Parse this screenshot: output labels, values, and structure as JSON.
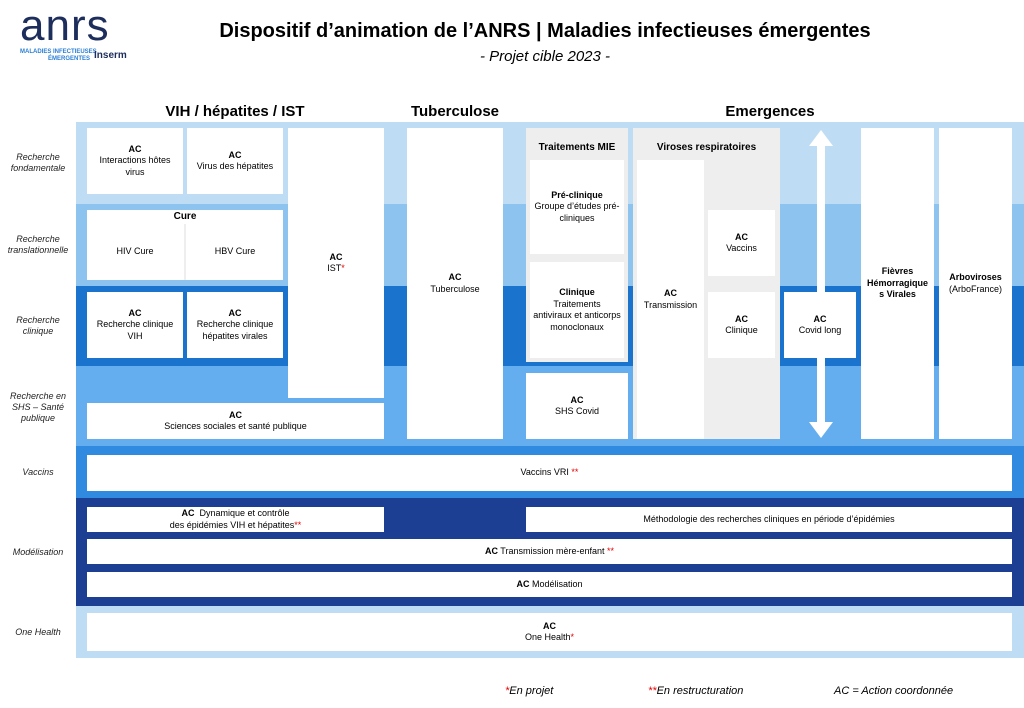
{
  "logo": {
    "brand": "anrs",
    "line1": "MALADIES INFECTIEUSES",
    "line2": "ÉMERGENTES",
    "partner": "Inserm"
  },
  "header": {
    "title": "Dispositif d’animation de l’ANRS | Maladies infectieuses émergentes",
    "subtitle": "- Projet cible 2023 -"
  },
  "columns": {
    "vih": "VIH / hépatites / IST",
    "tb": "Tuberculose",
    "emergences": "Emergences"
  },
  "rows": {
    "fondamentale": "Recherche fondamentale",
    "translationnelle": "Recherche translationnelle",
    "clinique": "Recherche clinique",
    "shs": "Recherche en SHS – Santé publique",
    "vaccins": "Vaccins",
    "modelisation": "Modélisation",
    "onehealth": "One Health"
  },
  "boxes": {
    "interactions": {
      "ac": "AC",
      "text": "Interactions hôtes virus"
    },
    "virus_hep": {
      "ac": "AC",
      "text": "Virus des hépatites"
    },
    "cure_title": "Cure",
    "hiv_cure": "HIV Cure",
    "hbv_cure": "HBV Cure",
    "ist": {
      "ac": "AC",
      "text": "IST",
      "mark": "*"
    },
    "rc_vih": {
      "ac": "AC",
      "text": "Recherche clinique VIH"
    },
    "rc_hep": {
      "ac": "AC",
      "text": "Recherche clinique hépatites virales"
    },
    "shs": {
      "ac": "AC",
      "text": "Sciences sociales et santé publique"
    },
    "tuberculose": {
      "ac": "AC",
      "text": "Tuberculose"
    },
    "traitements_mie": "Traitements MIE",
    "preclinique": {
      "title": "Pré-clinique",
      "text": "Groupe d’études pré-cliniques"
    },
    "clinique_mie": {
      "title": "Clinique",
      "text": "Traitements antiviraux et anticorps monoclonaux"
    },
    "shs_covid": {
      "ac": "AC",
      "text": "SHS Covid"
    },
    "viroses": "Viroses respiratoires",
    "transmission": {
      "ac": "AC",
      "text": "Transmission"
    },
    "vaccins_ac": {
      "ac": "AC",
      "text": "Vaccins"
    },
    "clinique_ac": {
      "ac": "AC",
      "text": "Clinique"
    },
    "covid_long": {
      "ac": "AC",
      "text": "Covid long"
    },
    "fievres": "Fièvres Hémorragique s Virales",
    "arbo": {
      "title": "Arboviroses",
      "text": "(ArboFrance)"
    },
    "vaccins_vri": {
      "text": "Vaccins VRI",
      "mark": "**"
    },
    "dynamique": {
      "ac": "AC",
      "text1": "Dynamique et contrôle",
      "text2": "des épidémies VIH et hépatites",
      "mark": "**"
    },
    "methodologie": "Méthodologie des recherches cliniques en période d’épidémies",
    "mere_enfant": {
      "ac": "AC",
      "text": "Transmission mère-enfant",
      "mark": "**"
    },
    "modelisation": {
      "ac": "AC",
      "text": "Modélisation"
    },
    "one_health": {
      "ac": "AC",
      "text": "One Health",
      "mark": "*"
    }
  },
  "legend": {
    "projet_mark": "*",
    "projet": "En projet",
    "restruct_mark": "**",
    "restruct": "En restructuration",
    "ac": "AC = Action coordonnée"
  },
  "colors": {
    "band_light": "#bfdcf5",
    "band_mid": "#8cc3ef",
    "band_strong": "#1a73cc",
    "band_vaccins": "#2f8ae0",
    "band_model": "#1c3f94",
    "band_onehealth": "#bfdcf5",
    "navy": "#1d2d5c",
    "red": "#e60000"
  }
}
